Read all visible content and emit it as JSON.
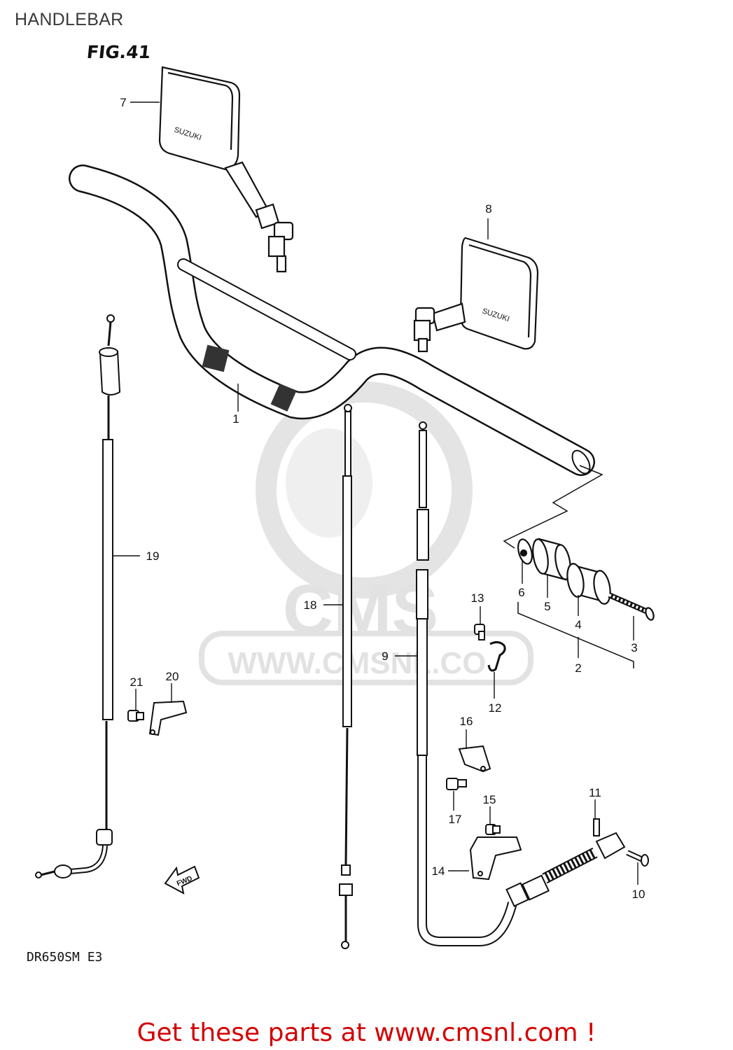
{
  "page_heading": "HANDLEBAR",
  "figure_label": "FIG.41",
  "model_code": "DR650SM  E3",
  "watermark": {
    "logo_text": "CMS",
    "url_text": "WWW.CMSNL.CO"
  },
  "mirror_brand": "SUZUKI",
  "fwd_marker": "FWD",
  "footer_text": "Get these parts at www.cmsnl.com !",
  "callouts": [
    "1",
    "2",
    "3",
    "4",
    "5",
    "6",
    "7",
    "8",
    "9",
    "10",
    "11",
    "12",
    "13",
    "14",
    "15",
    "16",
    "17",
    "18",
    "19",
    "20",
    "21"
  ]
}
